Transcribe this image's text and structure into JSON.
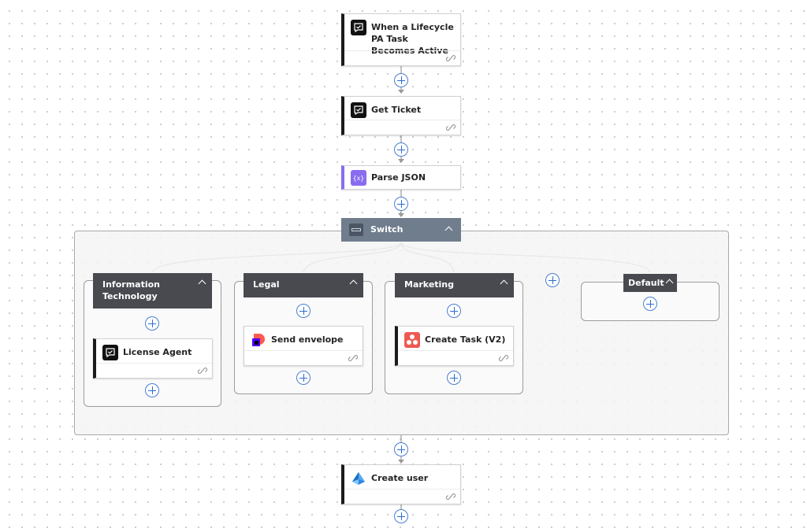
{
  "flow": {
    "trigger": {
      "title": "When a Lifecycle PA Task Becomes Active",
      "icon": "task-checkmark-icon"
    },
    "get_ticket": {
      "title": "Get Ticket",
      "icon": "task-checkmark-icon"
    },
    "parse_json": {
      "title": "Parse JSON",
      "icon": "braces-variable-icon"
    },
    "switch": {
      "title": "Switch",
      "icon": "switch-icon"
    },
    "cases": [
      {
        "title": "Information Technology",
        "action": {
          "title": "License Agent",
          "icon": "task-checkmark-icon"
        }
      },
      {
        "title": "Legal",
        "action": {
          "title": "Send envelope",
          "icon": "docusign-icon"
        }
      },
      {
        "title": "Marketing",
        "action": {
          "title": "Create Task (V2)",
          "icon": "asana-icon"
        }
      },
      {
        "title": "Default"
      }
    ],
    "create_user": {
      "title": "Create user",
      "icon": "azure-ad-icon"
    }
  },
  "colors": {
    "switch_header": "#707d8d",
    "case_header": "#484a50",
    "plus_button": "#2b6cd4",
    "parse_json_accent": "#8a6cf0",
    "asana_accent": "#ee5a52"
  }
}
